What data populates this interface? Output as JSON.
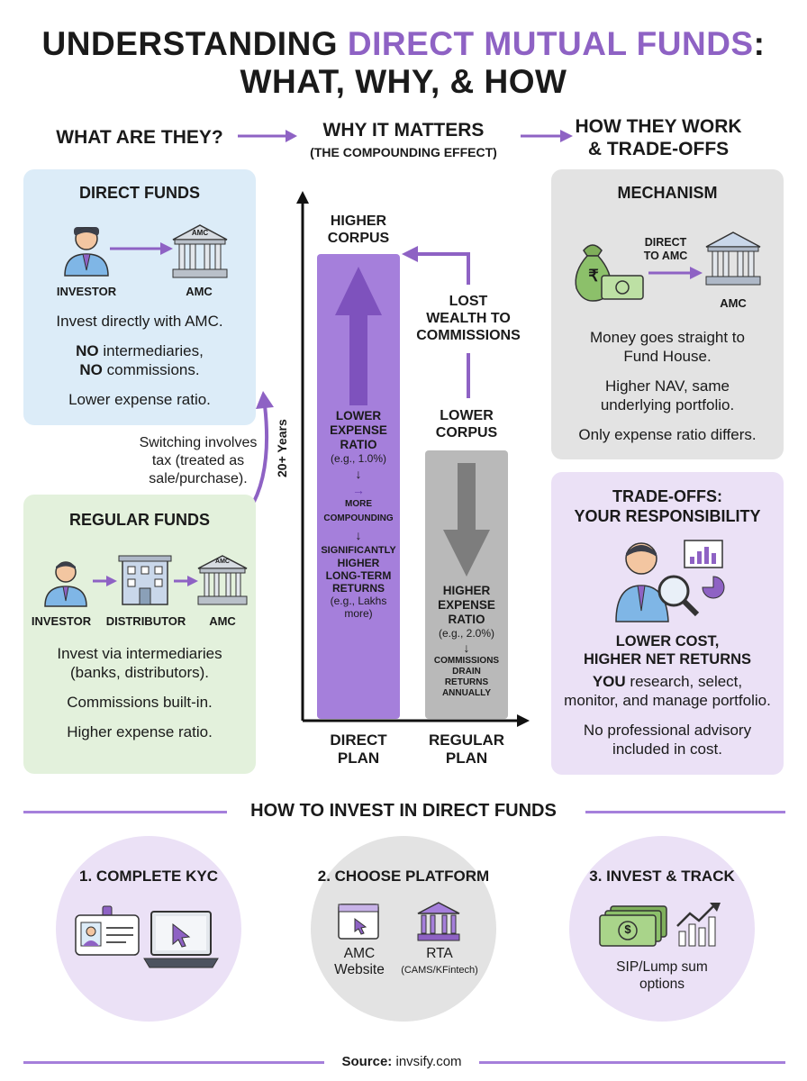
{
  "title": {
    "part1": "UNDERSTANDING ",
    "accent": "DIRECT MUTUAL FUNDS",
    "part2": ":",
    "line2": "WHAT, WHY, & HOW"
  },
  "columns": {
    "what": "WHAT ARE THEY?",
    "why": "WHY IT MATTERS",
    "why_sub": "(THE COMPOUNDING EFFECT)",
    "how_line1": "HOW THEY WORK",
    "how_line2": "& TRADE-OFFS"
  },
  "direct_funds": {
    "heading": "DIRECT FUNDS",
    "investor": "INVESTOR",
    "amc": "AMC",
    "amc_roof": "AMC",
    "line1": "Invest directly with AMC.",
    "no1": "NO",
    "line2": " intermediaries,",
    "no2": "NO",
    "line3": " commissions.",
    "line4": "Lower expense ratio."
  },
  "switch_note": {
    "line1": "Switching involves",
    "line2": "tax (treated as",
    "line3": "sale/purchase)."
  },
  "regular_funds": {
    "heading": "REGULAR FUNDS",
    "investor": "INVESTOR",
    "distributor": "DISTRIBUTOR",
    "amc": "AMC",
    "amc_roof": "AMC",
    "line1": "Invest via intermediaries",
    "line2": "(banks, distributors).",
    "line3": "Commissions built-in.",
    "line4": "Higher expense ratio."
  },
  "chart": {
    "y_axis_label": "20+ Years",
    "direct": {
      "top_label1": "HIGHER",
      "top_label2": "CORPUS",
      "exp1": "LOWER",
      "exp2": "EXPENSE",
      "exp3": "RATIO",
      "exp_eg": "(e.g., 1.0%)",
      "more": "MORE",
      "compounding": "COMPOUNDING",
      "r1": "SIGNIFICANTLY",
      "r2": "HIGHER",
      "r3": "LONG-TERM",
      "r4": "RETURNS",
      "r5": "(e.g., Lakhs",
      "r6": "more)",
      "x_label1": "DIRECT",
      "x_label2": "PLAN"
    },
    "regular": {
      "top_label1": "LOWER",
      "top_label2": "CORPUS",
      "exp1": "HIGHER",
      "exp2": "EXPENSE",
      "exp3": "RATIO",
      "exp_eg": "(e.g., 2.0%)",
      "c1": "COMMISSIONS",
      "c2": "DRAIN",
      "c3": "RETURNS",
      "c4": "ANNUALLY",
      "x_label1": "REGULAR",
      "x_label2": "PLAN"
    },
    "lost1": "LOST",
    "lost2": "WEALTH TO",
    "lost3": "COMMISSIONS"
  },
  "mechanism": {
    "heading": "MECHANISM",
    "arrow_label1": "DIRECT",
    "arrow_label2": "TO AMC",
    "amc": "AMC",
    "rupee": "₹",
    "l1": "Money goes straight to",
    "l2": "Fund House.",
    "l3": "Higher NAV, same",
    "l4": "underlying portfolio.",
    "l5": "Only expense ratio differs."
  },
  "tradeoffs": {
    "heading1": "TRADE-OFFS:",
    "heading2": "YOUR RESPONSIBILITY",
    "b1": "LOWER COST,",
    "b2": "HIGHER NET RETURNS",
    "you": "YOU",
    "l1": " research, select,",
    "l2": "monitor, and manage portfolio.",
    "l3": "No professional advisory",
    "l4": "included in cost."
  },
  "how_to": {
    "heading": "HOW TO INVEST IN DIRECT FUNDS",
    "steps": [
      {
        "title": "1. COMPLETE KYC"
      },
      {
        "title": "2. CHOOSE PLATFORM",
        "a1": "AMC",
        "a2": "Website",
        "b1": "RTA",
        "b2": "(CAMS/KFintech)"
      },
      {
        "title": "3. INVEST & TRACK",
        "c1": "SIP/Lump sum",
        "c2": "options",
        "dollar": "$"
      }
    ]
  },
  "source": {
    "label": "Source:",
    "site": " invsify.com"
  },
  "colors": {
    "accent": "#8e62c4",
    "blue_panel": "#dcecf8",
    "green_panel": "#e3f1dc",
    "gray_panel": "#e3e3e3",
    "lilac_panel": "#ebe1f6"
  }
}
